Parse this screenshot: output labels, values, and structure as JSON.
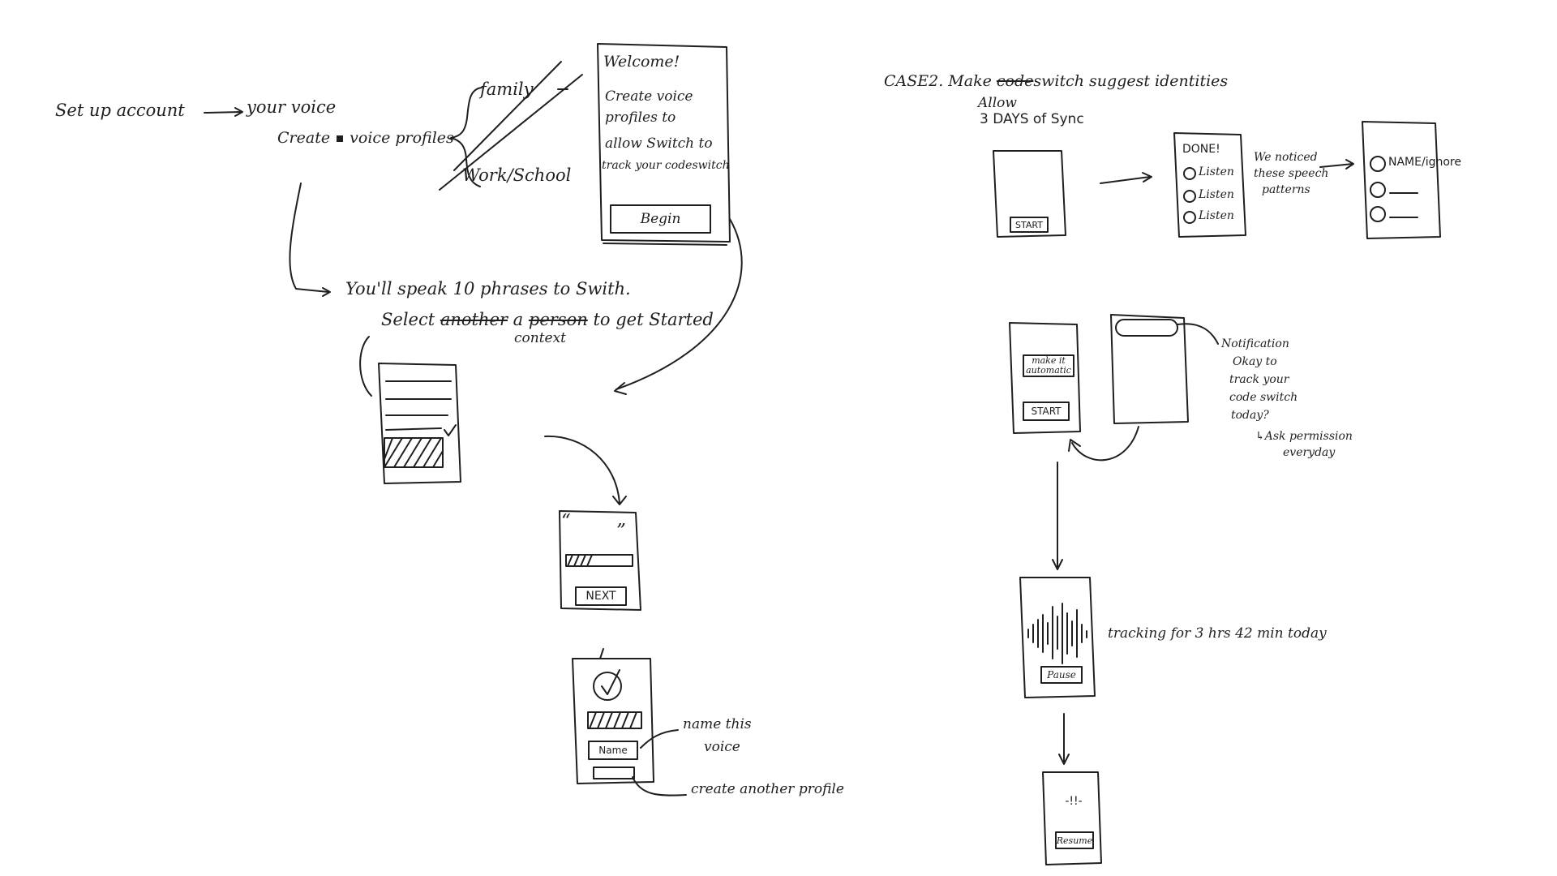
{
  "case1": {
    "setup_account": "Set up account",
    "your_voice": "your voice",
    "create_prefix": "Create",
    "create_suffix": "voice profiles",
    "family": "family",
    "work_school": "Work/School",
    "welcome_screen": {
      "title": "Welcome!",
      "line1": "Create voice",
      "line2": "profiles to",
      "line3": "allow Switch to",
      "line4": "track your codeswitch",
      "begin_label": "Begin"
    },
    "speak_phrases": "You'll speak 10 phrases to Swith.",
    "select_word": "Select",
    "struck_word_1": "another",
    "article": "a",
    "struck_word_2": "person",
    "to_get_started": "to get Started",
    "context_word": "context",
    "quote_open": "“",
    "quote_close": "”",
    "next_label": "NEXT",
    "name_label": "Name",
    "name_this_voice_1": "name this",
    "name_this_voice_2": "voice",
    "create_another_profile": "create another profile"
  },
  "case2": {
    "heading_prefix": "CASE2.  Make",
    "heading_struck": "code",
    "heading_suffix": "switch  suggest  identities",
    "allow_line1": "Allow",
    "allow_line2": "3 DAYS of Sync",
    "start_label": "START",
    "done_title": "DONE!",
    "listen_items": [
      "Listen",
      "Listen",
      "Listen"
    ],
    "noticed_line1": "We noticed",
    "noticed_line2": "these speech",
    "noticed_line3": "patterns",
    "name_ignore": "NAME/ignore",
    "make_it_line1": "make it",
    "make_it_line2": "automatic",
    "start_label_2": "START",
    "notification_lines": [
      "Notification",
      "Okay to",
      "track your",
      "code switch",
      "today?"
    ],
    "ask_permission_1": "↳Ask permission",
    "ask_permission_2": "everyday",
    "tracking_text": "tracking  for  3 hrs 42 min  today",
    "pause_label": "Pause",
    "resume_label": "Resume",
    "paused_glyph": "-!!-"
  }
}
